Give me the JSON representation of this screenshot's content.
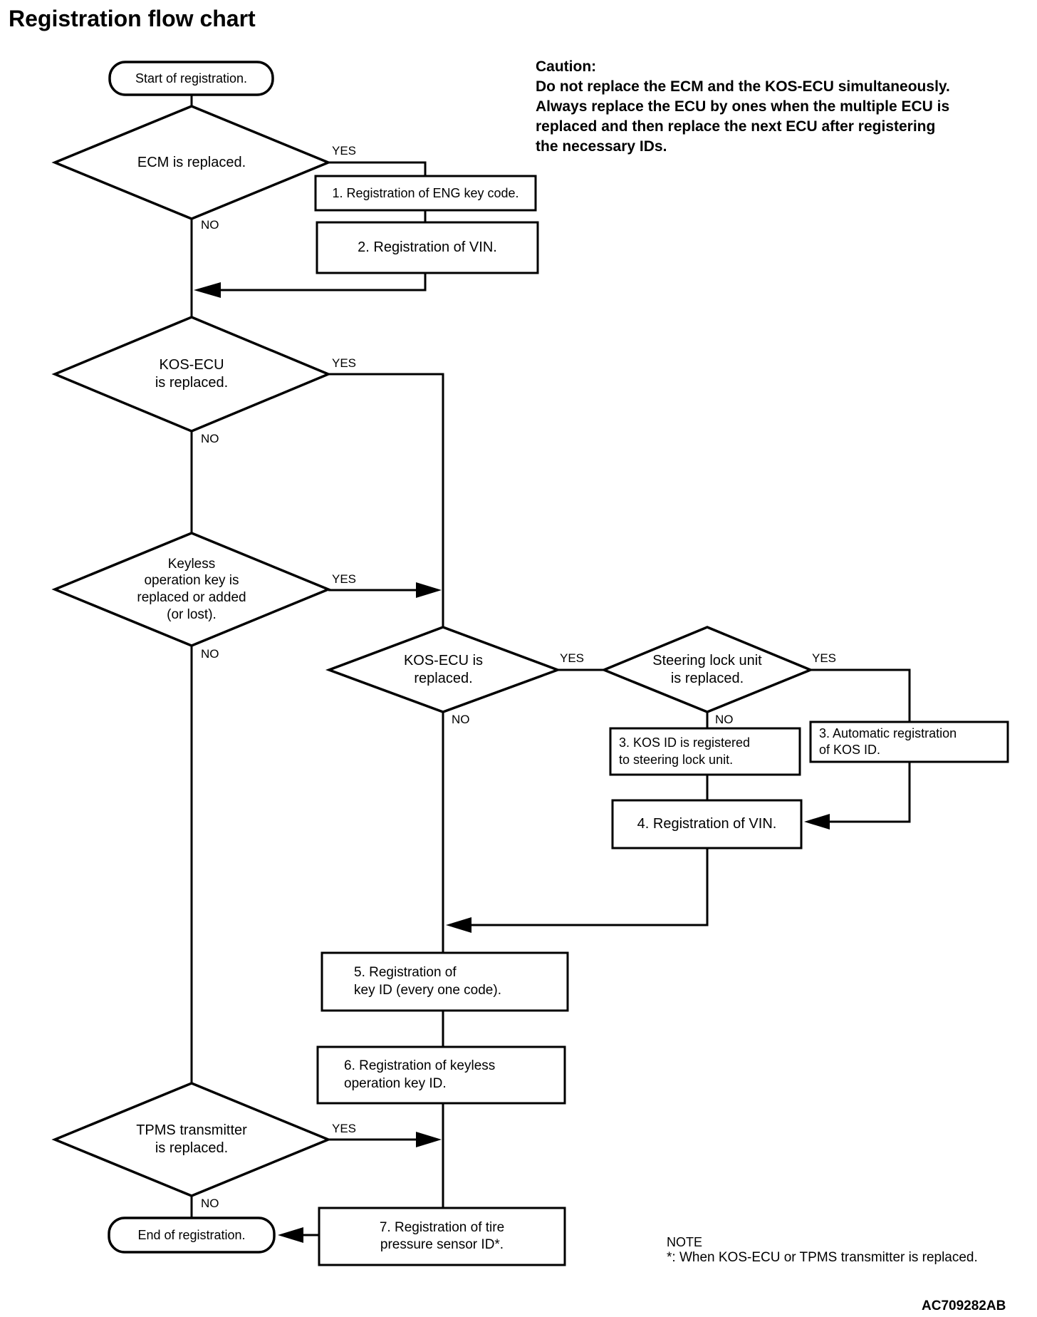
{
  "title": "Registration flow chart",
  "caution": {
    "heading": "Caution:",
    "body": "Do not replace the ECM and the KOS-ECU simultaneously.\nAlways replace the ECU by ones when the multiple ECU is\nreplaced and then replace the next ECU after registering\nthe necessary IDs."
  },
  "labels": {
    "yes": "YES",
    "no": "NO"
  },
  "nodes": {
    "start": {
      "label": "Start of registration."
    },
    "ecm": {
      "label": "ECM is replaced."
    },
    "kos1": {
      "label": "KOS-ECU\nis replaced."
    },
    "keyless": {
      "label": "Keyless\noperation key is\nreplaced or added\n(or lost)."
    },
    "kos2": {
      "label": "KOS-ECU is\nreplaced."
    },
    "steering": {
      "label": "Steering lock unit\nis replaced."
    },
    "tpms": {
      "label": "TPMS transmitter\nis replaced."
    },
    "end": {
      "label": "End of registration."
    },
    "step1": {
      "label": "1. Registration of ENG key code."
    },
    "step2": {
      "label": "2. Registration of VIN."
    },
    "step3a": {
      "label": "3. KOS ID is registered\nto steering lock unit."
    },
    "step3b": {
      "label": "3. Automatic registration\nof KOS ID."
    },
    "step4": {
      "label": "4. Registration of VIN."
    },
    "step5": {
      "label": "5. Registration of\nkey ID (every one code)."
    },
    "step6": {
      "label": "6. Registration of keyless\noperation key ID."
    },
    "step7": {
      "label": "7. Registration of tire\npressure sensor ID*."
    }
  },
  "note": {
    "heading": "NOTE",
    "body": "*: When KOS-ECU or TPMS transmitter is replaced."
  },
  "figure_code": "AC709282AB",
  "colors": {
    "line": "#000000",
    "fill": "#ffffff",
    "text": "#000000"
  }
}
